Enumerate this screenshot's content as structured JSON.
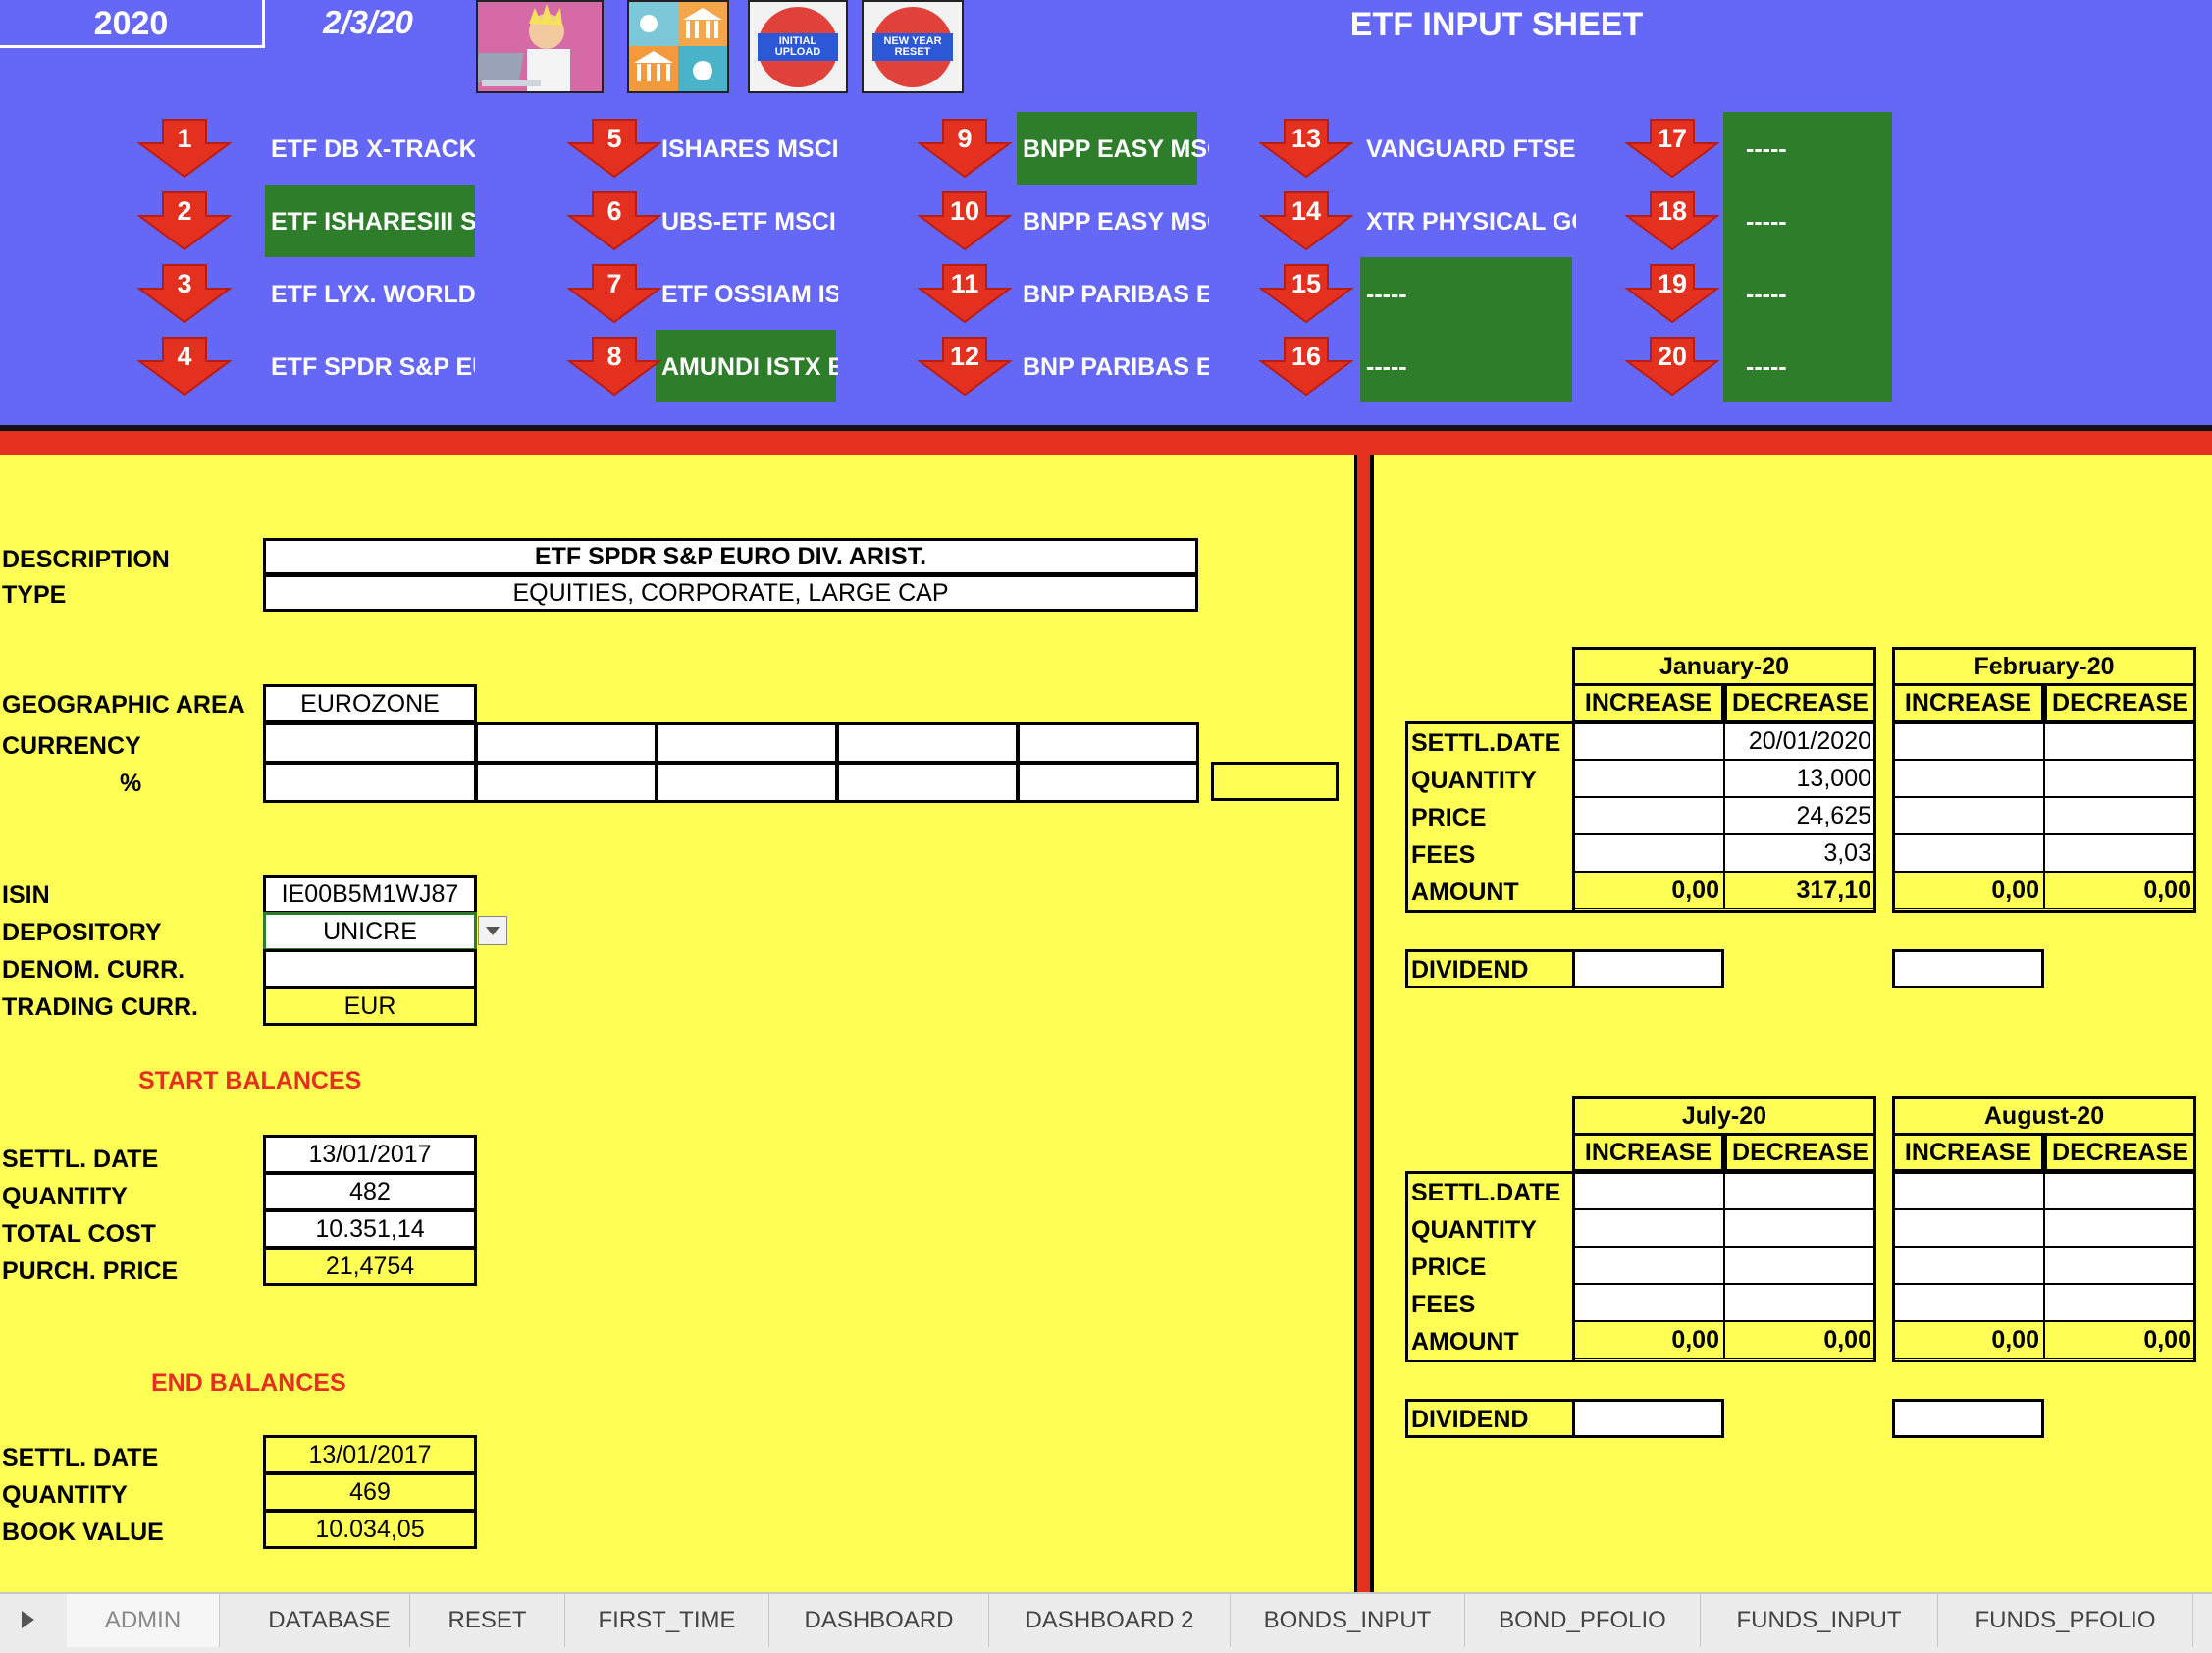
{
  "header": {
    "year": "2020",
    "date": "2/3/20",
    "title": "ETF INPUT SHEET",
    "buttons": [
      {
        "name": "pop-art-image"
      },
      {
        "name": "bank-image"
      },
      {
        "label": "INITIAL UPLOAD"
      },
      {
        "label": "NEW YEAR RESET"
      }
    ],
    "etfs": [
      {
        "num": "1",
        "name": "ETF DB X-TRACKEF"
      },
      {
        "num": "2",
        "name": "ETF ISHARESIII SM"
      },
      {
        "num": "3",
        "name": "ETF LYX. WORLD V"
      },
      {
        "num": "4",
        "name": "ETF SPDR S&P EUF"
      },
      {
        "num": "5",
        "name": "ISHARES MSCI V"
      },
      {
        "num": "6",
        "name": "UBS-ETF MSCI E"
      },
      {
        "num": "7",
        "name": "ETF OSSIAM ISTxx EU M"
      },
      {
        "num": "8",
        "name": "AMUNDI ISTX EU MUL-"
      },
      {
        "num": "9",
        "name": "BNPP EASY MSCI"
      },
      {
        "num": "10",
        "name": "BNPP EASY MSCI"
      },
      {
        "num": "11",
        "name": "BNP PARIBAS EAS"
      },
      {
        "num": "12",
        "name": "BNP PARIBAS EAS"
      },
      {
        "num": "13",
        "name": "VANGUARD FTSE E"
      },
      {
        "num": "14",
        "name": "XTR PHYSICAL GOI"
      },
      {
        "num": "15",
        "name": "-----"
      },
      {
        "num": "16",
        "name": "-----"
      },
      {
        "num": "17",
        "name": "-----"
      },
      {
        "num": "18",
        "name": "-----"
      },
      {
        "num": "19",
        "name": "-----"
      },
      {
        "num": "20",
        "name": "-----"
      }
    ]
  },
  "details": {
    "description_label": "DESCRIPTION",
    "description": "ETF SPDR S&P EURO DIV. ARIST.",
    "type_label": "TYPE",
    "type": "EQUITIES, CORPORATE, LARGE CAP",
    "geo_label": "GEOGRAPHIC AREA",
    "geo": "EUROZONE",
    "currency_label": "CURRENCY",
    "percent_label": "%",
    "isin_label": "ISIN",
    "isin": "IE00B5M1WJ87",
    "depository_label": "DEPOSITORY",
    "depository": "UNICRE",
    "denom_label": "DENOM. CURR.",
    "denom": "",
    "trading_label": "TRADING CURR.",
    "trading": "EUR"
  },
  "start_balances": {
    "title": "START BALANCES",
    "settl_label": "SETTL. DATE",
    "settl": "13/01/2017",
    "qty_label": "QUANTITY",
    "qty": "482",
    "cost_label": "TOTAL COST",
    "cost": "10.351,14",
    "price_label": "PURCH. PRICE",
    "price": "21,4754"
  },
  "end_balances": {
    "title": "END BALANCES",
    "settl_label": "SETTL. DATE",
    "settl": "13/01/2017",
    "qty_label": "QUANTITY",
    "qty": "469",
    "book_label": "BOOK VALUE",
    "book": "10.034,05"
  },
  "monthly": {
    "increase": "INCREASE",
    "decrease": "DECREASE",
    "row_labels": [
      "SETTL.DATE",
      "QUANTITY",
      "PRICE",
      "FEES",
      "AMOUNT"
    ],
    "dividend_label": "DIVIDEND",
    "months": [
      {
        "name": "January-20",
        "increase": [
          "",
          "",
          "",
          "",
          "0,00"
        ],
        "decrease": [
          "20/01/2020",
          "13,000",
          "24,625",
          "3,03",
          "317,10"
        ]
      },
      {
        "name": "February-20",
        "increase": [
          "",
          "",
          "",
          "",
          "0,00"
        ],
        "decrease": [
          "",
          "",
          "",
          "",
          "0,00"
        ]
      },
      {
        "name": "July-20",
        "increase": [
          "",
          "",
          "",
          "",
          "0,00"
        ],
        "decrease": [
          "",
          "",
          "",
          "",
          "0,00"
        ]
      },
      {
        "name": "August-20",
        "increase": [
          "",
          "",
          "",
          "",
          "0,00"
        ],
        "decrease": [
          "",
          "",
          "",
          "",
          "0,00"
        ]
      }
    ]
  },
  "tabs": [
    "ADMIN",
    "DATABASE",
    "RESET",
    "FIRST_TIME",
    "DASHBOARD",
    "DASHBOARD 2",
    "BONDS_INPUT",
    "BOND_PFOLIO",
    "FUNDS_INPUT",
    "FUNDS_PFOLIO"
  ],
  "colors": {
    "header_bg": "#6567f6",
    "sheet_bg": "#ffff55",
    "accent_red": "#e3301f",
    "green": "#2e7d2a"
  }
}
